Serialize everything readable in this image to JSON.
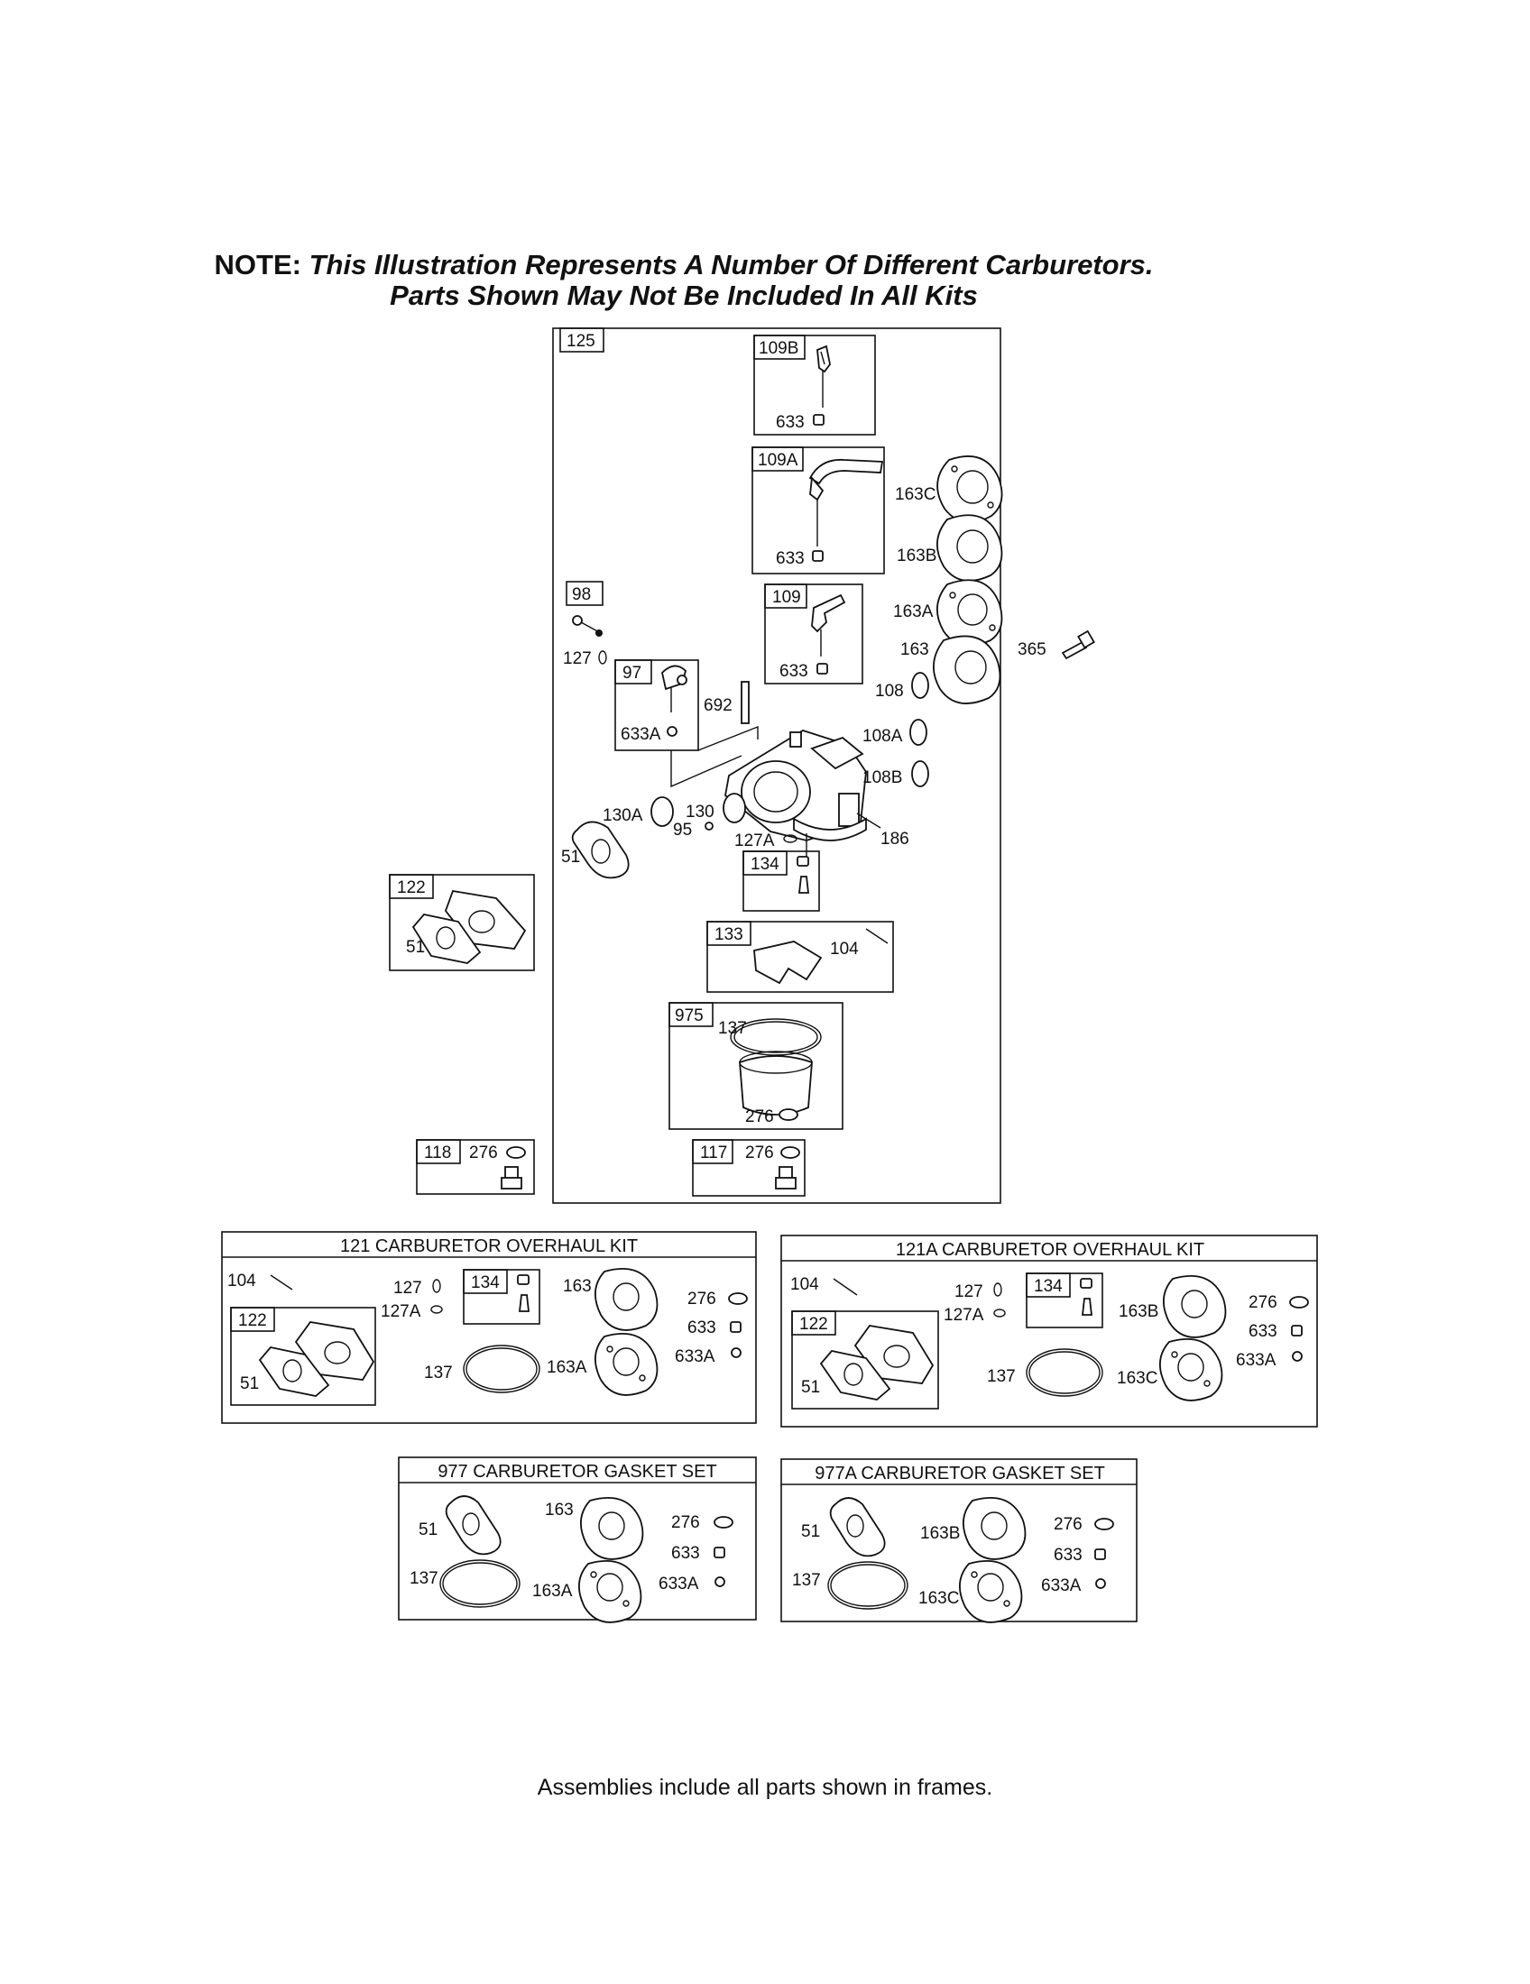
{
  "note": {
    "prefix": "NOTE:",
    "line1": "This Illustration Represents A Number Of Different Carburetors.",
    "line2": "Parts Shown May Not Be Included In All Kits"
  },
  "footer": "Assemblies include all parts shown in frames.",
  "kits": {
    "k121": "121 CARBURETOR OVERHAUL KIT",
    "k121a": "121A CARBURETOR OVERHAUL KIT",
    "k977": "977 CARBURETOR GASKET SET",
    "k977a": "977A CARBURETOR GASKET SET"
  },
  "labels": {
    "l125": "125",
    "l109B": "109B",
    "l109A": "109A",
    "l109": "109",
    "l633": "633",
    "l633A": "633A",
    "l163C": "163C",
    "l163B": "163B",
    "l163A": "163A",
    "l163": "163",
    "l365": "365",
    "l98": "98",
    "l127": "127",
    "l97": "97",
    "l692": "692",
    "l108": "108",
    "l108A": "108A",
    "l108B": "108B",
    "l130A": "130A",
    "l130": "130",
    "l95": "95",
    "l186": "186",
    "l127A": "127A",
    "l51": "51",
    "l134": "134",
    "l122": "122",
    "l133": "133",
    "l104": "104",
    "l975": "975",
    "l137": "137",
    "l276": "276",
    "l118": "118",
    "l117": "117"
  }
}
